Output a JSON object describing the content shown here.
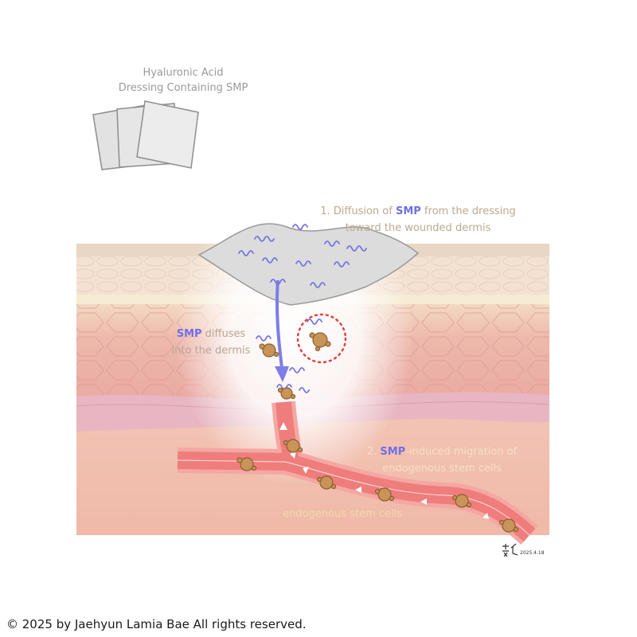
{
  "dressing": {
    "title_line1": "Hyaluronic Acid",
    "title_line2": "Dressing Containing SMP"
  },
  "step1": {
    "line1_prefix": "1. Diffusion of ",
    "line1_highlight": "SMP",
    "line1_suffix": " from the dressing",
    "line2": "toward the wounded dermis"
  },
  "diffusion_label": {
    "highlight": "SMP",
    "line1_suffix": " diffuses",
    "line2": "into the dermis"
  },
  "step2": {
    "prefix": "2. ",
    "highlight": "SMP",
    "line1_suffix": "-induced migration of",
    "line2": "endogenous stem cells"
  },
  "vessel_label": "endogenous stem cells",
  "signature": "2025.4.18",
  "copyright": "© 2025 by Jaehyun Lamia Bae All rights reserved.",
  "colors": {
    "smp_highlight": "#6f6fe6",
    "skin": "#e7aaa6",
    "vessel": "#f07f7f",
    "stem_cell": "#c99457",
    "marker_circle": "#e04040"
  }
}
